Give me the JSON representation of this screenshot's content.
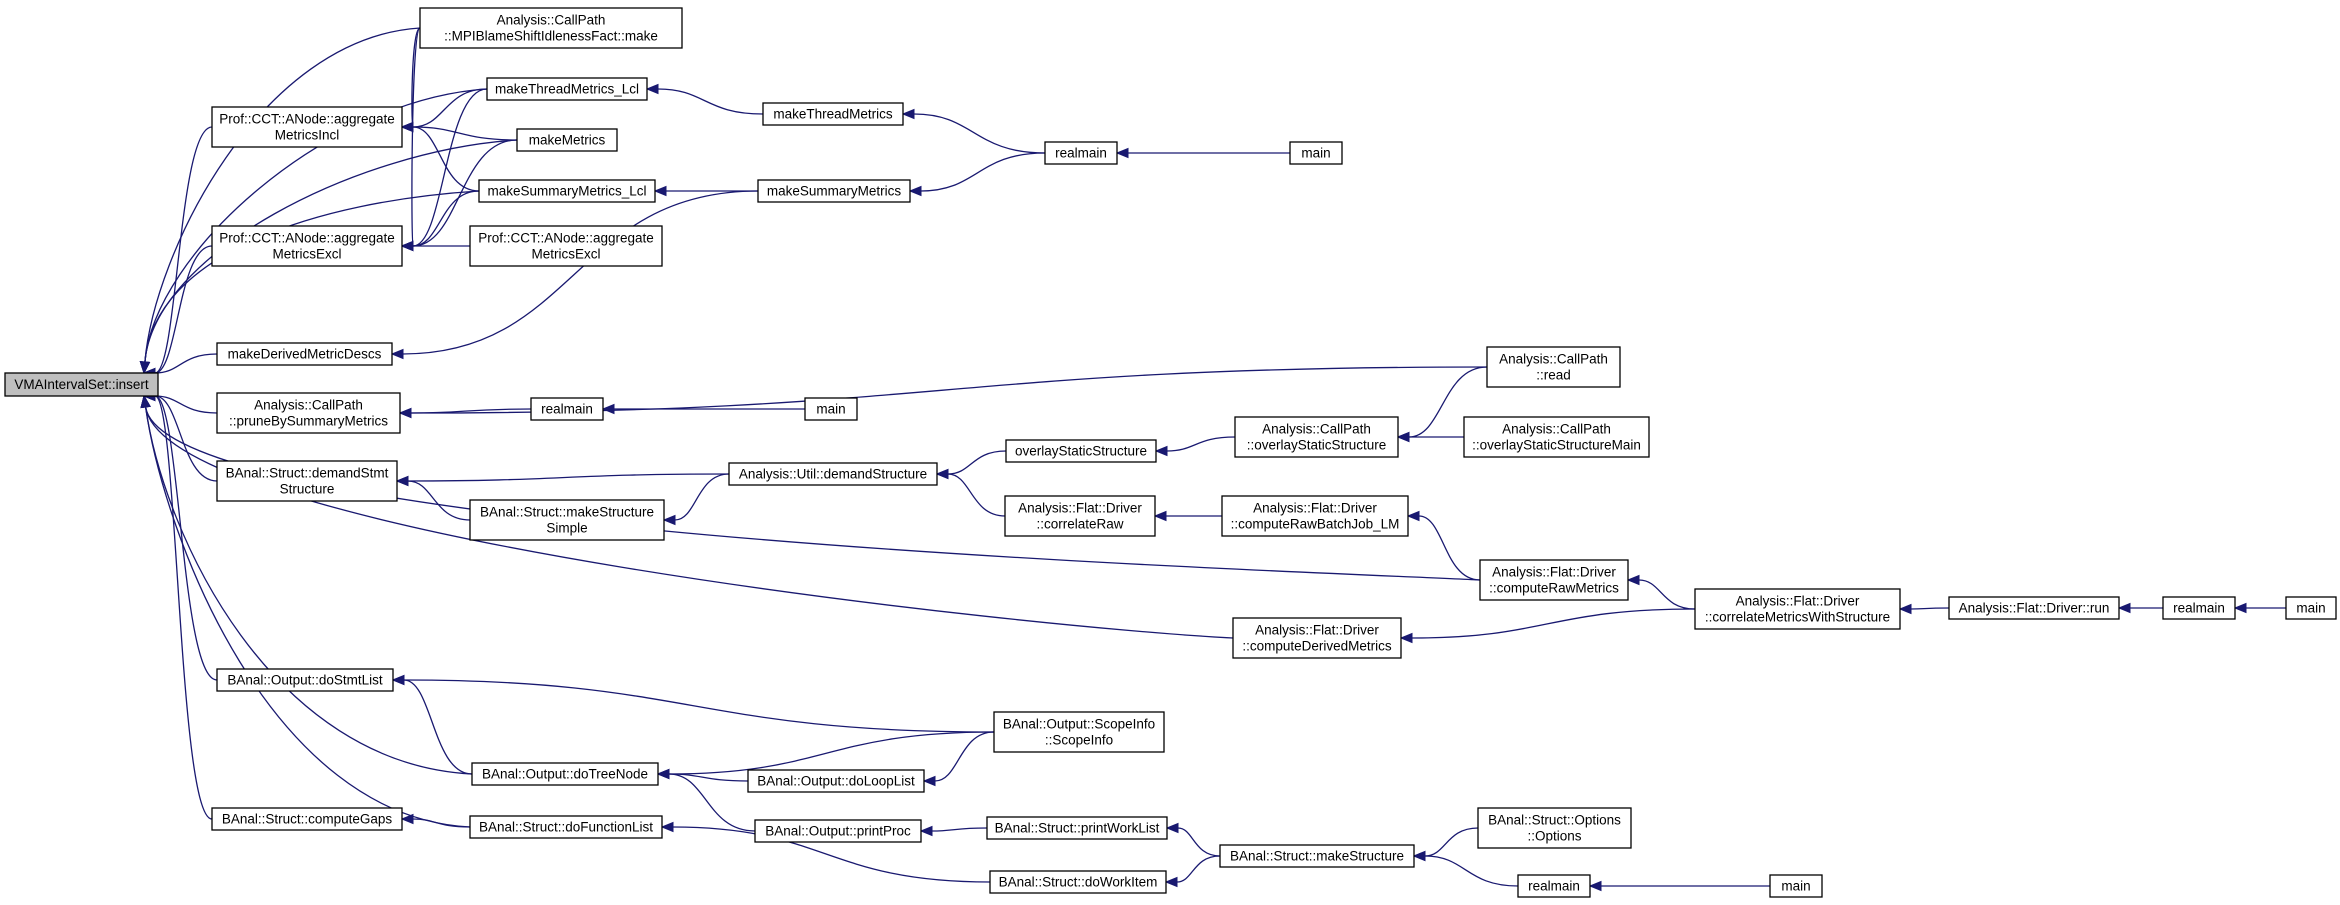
{
  "diagram_type": "call-graph",
  "colors": {
    "edge": "#191970",
    "root_fill": "#bfbfbf",
    "node_fill": "#ffffff",
    "node_border": "#000000"
  },
  "nodes": {
    "root": [
      "VMAIntervalSet::insert"
    ],
    "mpiblame": [
      "Analysis::CallPath",
      "::MPIBlameShiftIdlenessFact::make"
    ],
    "aggIncl": [
      "Prof::CCT::ANode::aggregate",
      "MetricsIncl"
    ],
    "aggExcl": [
      "Prof::CCT::ANode::aggregate",
      "MetricsExcl"
    ],
    "aggExcl2": [
      "Prof::CCT::ANode::aggregate",
      "MetricsExcl"
    ],
    "makeThreadLcl": [
      "makeThreadMetrics_Lcl"
    ],
    "makeThread": [
      "makeThreadMetrics"
    ],
    "makeMetrics": [
      "makeMetrics"
    ],
    "makeSummaryLcl": [
      "makeSummaryMetrics_Lcl"
    ],
    "makeSummary": [
      "makeSummaryMetrics"
    ],
    "realmain1": [
      "realmain"
    ],
    "main1": [
      "main"
    ],
    "makeDerived": [
      "makeDerivedMetricDescs"
    ],
    "pruneBySummary": [
      "Analysis::CallPath",
      "::pruneBySummaryMetrics"
    ],
    "cpRead": [
      "Analysis::CallPath",
      "::read"
    ],
    "realmain2": [
      "realmain"
    ],
    "main2": [
      "main"
    ],
    "demandStmt": [
      "BAnal::Struct::demandStmt",
      "Structure"
    ],
    "makeStructSimple": [
      "BAnal::Struct::makeStructure",
      "Simple"
    ],
    "utilDemand": [
      "Analysis::Util::demandStructure"
    ],
    "overlayStatic": [
      "overlayStaticStructure"
    ],
    "cpOverlay": [
      "Analysis::CallPath",
      "::overlayStaticStructure"
    ],
    "cpOverlayMain": [
      "Analysis::CallPath",
      "::overlayStaticStructureMain"
    ],
    "correlateRaw": [
      "Analysis::Flat::Driver",
      "::correlateRaw"
    ],
    "computeRawBatch": [
      "Analysis::Flat::Driver",
      "::computeRawBatchJob_LM"
    ],
    "computeRaw": [
      "Analysis::Flat::Driver",
      "::computeRawMetrics"
    ],
    "correlateWithStruct": [
      "Analysis::Flat::Driver",
      "::correlateMetricsWithStructure"
    ],
    "driverRun": [
      "Analysis::Flat::Driver::run"
    ],
    "realmain3": [
      "realmain"
    ],
    "main3": [
      "main"
    ],
    "computeDerived": [
      "Analysis::Flat::Driver",
      "::computeDerivedMetrics"
    ],
    "doStmtList": [
      "BAnal::Output::doStmtList"
    ],
    "scopeInfo": [
      "BAnal::Output::ScopeInfo",
      "::ScopeInfo"
    ],
    "doTreeNode": [
      "BAnal::Output::doTreeNode"
    ],
    "doLoopList": [
      "BAnal::Output::doLoopList"
    ],
    "printProc": [
      "BAnal::Output::printProc"
    ],
    "printWorkList": [
      "BAnal::Struct::printWorkList"
    ],
    "computeGaps": [
      "BAnal::Struct::computeGaps"
    ],
    "doFunctionList": [
      "BAnal::Struct::doFunctionList"
    ],
    "doWorkItem": [
      "BAnal::Struct::doWorkItem"
    ],
    "makeStructure": [
      "BAnal::Struct::makeStructure"
    ],
    "structOptions": [
      "BAnal::Struct::Options",
      "::Options"
    ],
    "realmain4": [
      "realmain"
    ],
    "main4": [
      "main"
    ]
  }
}
